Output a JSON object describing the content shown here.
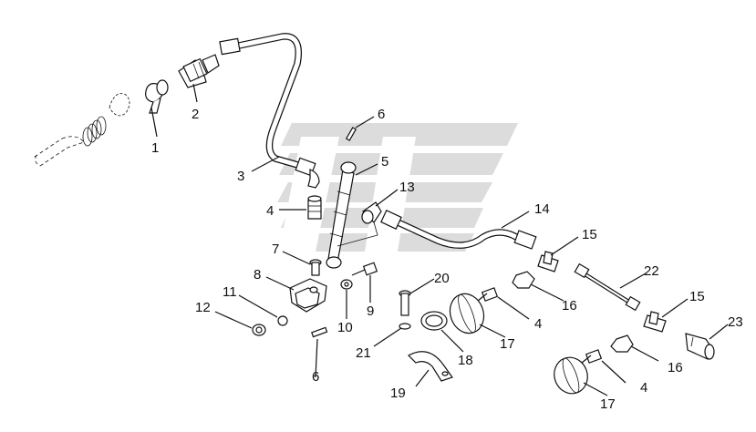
{
  "diagram": {
    "callouts": [
      {
        "id": "c1",
        "text": "1"
      },
      {
        "id": "c2",
        "text": "2"
      },
      {
        "id": "c3",
        "text": "3"
      },
      {
        "id": "c4a",
        "text": "4"
      },
      {
        "id": "c4b",
        "text": "4"
      },
      {
        "id": "c4c",
        "text": "4"
      },
      {
        "id": "c5",
        "text": "5"
      },
      {
        "id": "c6a",
        "text": "6"
      },
      {
        "id": "c6b",
        "text": "6"
      },
      {
        "id": "c7",
        "text": "7"
      },
      {
        "id": "c8",
        "text": "8"
      },
      {
        "id": "c9",
        "text": "9"
      },
      {
        "id": "c10",
        "text": "10"
      },
      {
        "id": "c11",
        "text": "11"
      },
      {
        "id": "c12",
        "text": "12"
      },
      {
        "id": "c13",
        "text": "13"
      },
      {
        "id": "c14",
        "text": "14"
      },
      {
        "id": "c15a",
        "text": "15"
      },
      {
        "id": "c15b",
        "text": "15"
      },
      {
        "id": "c16a",
        "text": "16"
      },
      {
        "id": "c16b",
        "text": "16"
      },
      {
        "id": "c17a",
        "text": "17"
      },
      {
        "id": "c17b",
        "text": "17"
      },
      {
        "id": "c18",
        "text": "18"
      },
      {
        "id": "c19",
        "text": "19"
      },
      {
        "id": "c20",
        "text": "20"
      },
      {
        "id": "c21",
        "text": "21"
      },
      {
        "id": "c22",
        "text": "22"
      },
      {
        "id": "c23",
        "text": "23"
      }
    ],
    "watermark_logo": "watermark-logo"
  }
}
